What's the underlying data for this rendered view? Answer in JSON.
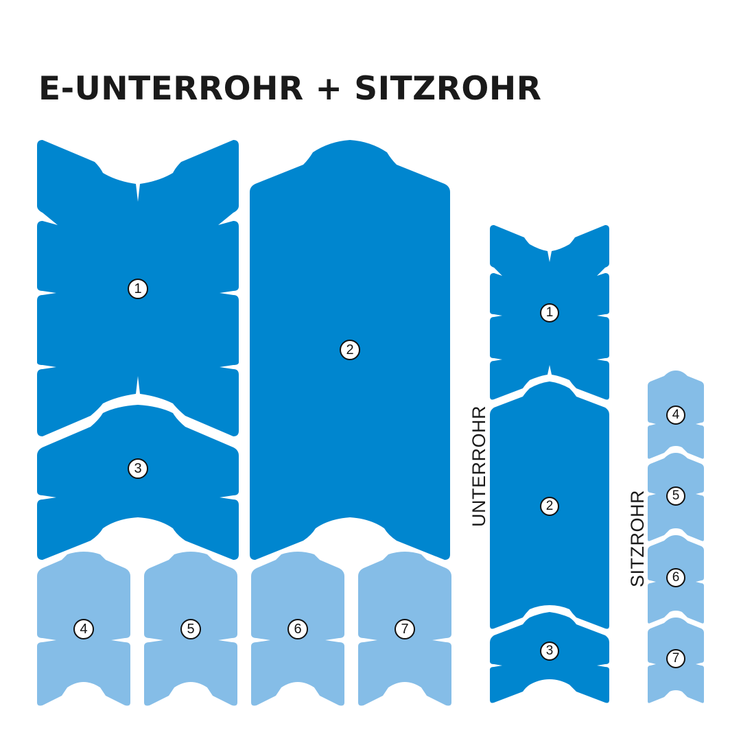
{
  "title": "E-UNTERROHR + SITZROHR",
  "colors": {
    "dark_blue": "#0086CF",
    "light_blue": "#85BDE7",
    "text": "#1A1A1A",
    "background": "#FFFFFF"
  },
  "labels": {
    "unterrohr": "UNTERROHR",
    "sitzrohr": "SITZROHR"
  },
  "large_set": {
    "pieces": [
      {
        "id": "1",
        "label": "①",
        "color": "dark_blue"
      },
      {
        "id": "2",
        "label": "②",
        "color": "dark_blue"
      },
      {
        "id": "3",
        "label": "③",
        "color": "dark_blue"
      },
      {
        "id": "4",
        "label": "④",
        "color": "light_blue"
      },
      {
        "id": "5",
        "label": "⑤",
        "color": "light_blue"
      },
      {
        "id": "6",
        "label": "⑥",
        "color": "light_blue"
      },
      {
        "id": "7",
        "label": "⑦",
        "color": "light_blue"
      }
    ]
  },
  "unterrohr_set": {
    "pieces": [
      {
        "id": "1",
        "label": "①"
      },
      {
        "id": "2",
        "label": "②"
      },
      {
        "id": "3",
        "label": "③"
      }
    ]
  },
  "sitzrohr_set": {
    "pieces": [
      {
        "id": "4",
        "label": "④"
      },
      {
        "id": "5",
        "label": "⑤"
      },
      {
        "id": "6",
        "label": "⑥"
      },
      {
        "id": "7",
        "label": "⑦"
      }
    ]
  },
  "numbers": {
    "n1": "1",
    "n2": "2",
    "n3": "3",
    "n4": "4",
    "n5": "5",
    "n6": "6",
    "n7": "7"
  }
}
